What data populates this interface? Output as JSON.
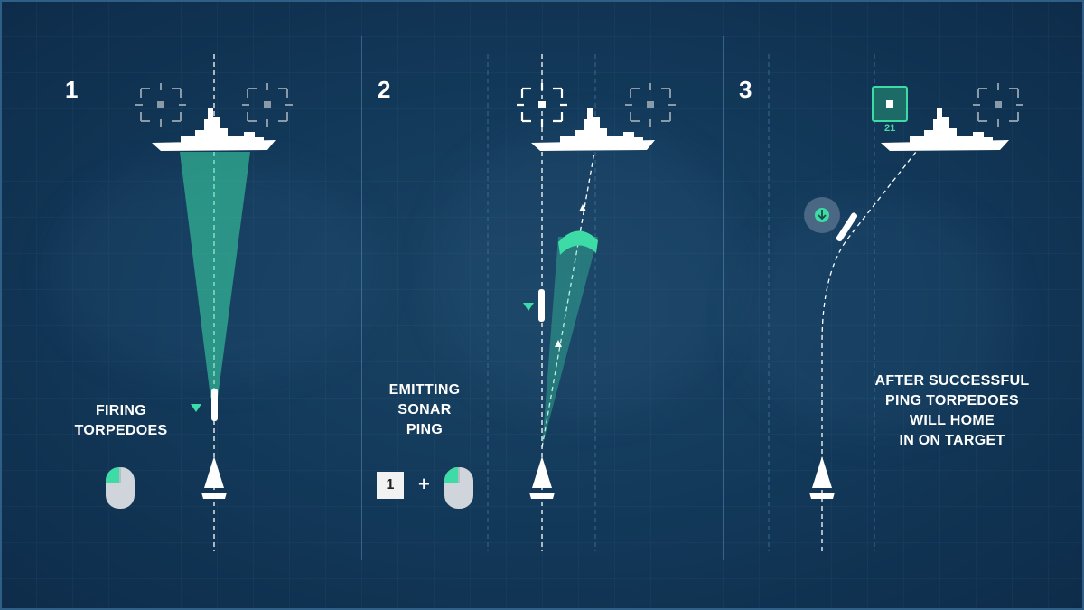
{
  "colors": {
    "background": "#133a5b",
    "accent": "#3ddba6",
    "white": "#ffffff",
    "inactive_reticle": "#8a9aa8"
  },
  "steps": [
    {
      "number": "1",
      "caption": "FIRING\nTORPEDOES",
      "input_icons": [
        "mouse-left-click-icon"
      ]
    },
    {
      "number": "2",
      "caption": "EMITTING\nSONAR\nPING",
      "input_icons": [
        "key-icon",
        "plus-icon",
        "mouse-left-click-icon"
      ],
      "key_label": "1",
      "plus": "+"
    },
    {
      "number": "3",
      "caption": "AFTER SUCCESSFUL\nPING TORPEDOES\nWILL HOME\nIN ON TARGET",
      "target_marker_count": "21",
      "input_icons": []
    }
  ]
}
